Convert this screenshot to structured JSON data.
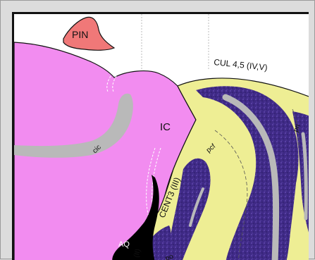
{
  "labels": {
    "pin": "PIN",
    "cul": "CUL 4,5 (IV,V)",
    "ic": "IC",
    "cic": "cic",
    "pcf": "pcf",
    "cent3": "CENT3 (III)",
    "pri": "pri",
    "aq": "AQ",
    "ii": "(II)",
    "po": "po"
  },
  "colors": {
    "pin": "#f07878",
    "midbrain": "#f28cf0",
    "cic": "#b9b9b9",
    "cerebellum": "#eeee94",
    "granular": "#3f2a86",
    "aqueduct": "#000000"
  }
}
